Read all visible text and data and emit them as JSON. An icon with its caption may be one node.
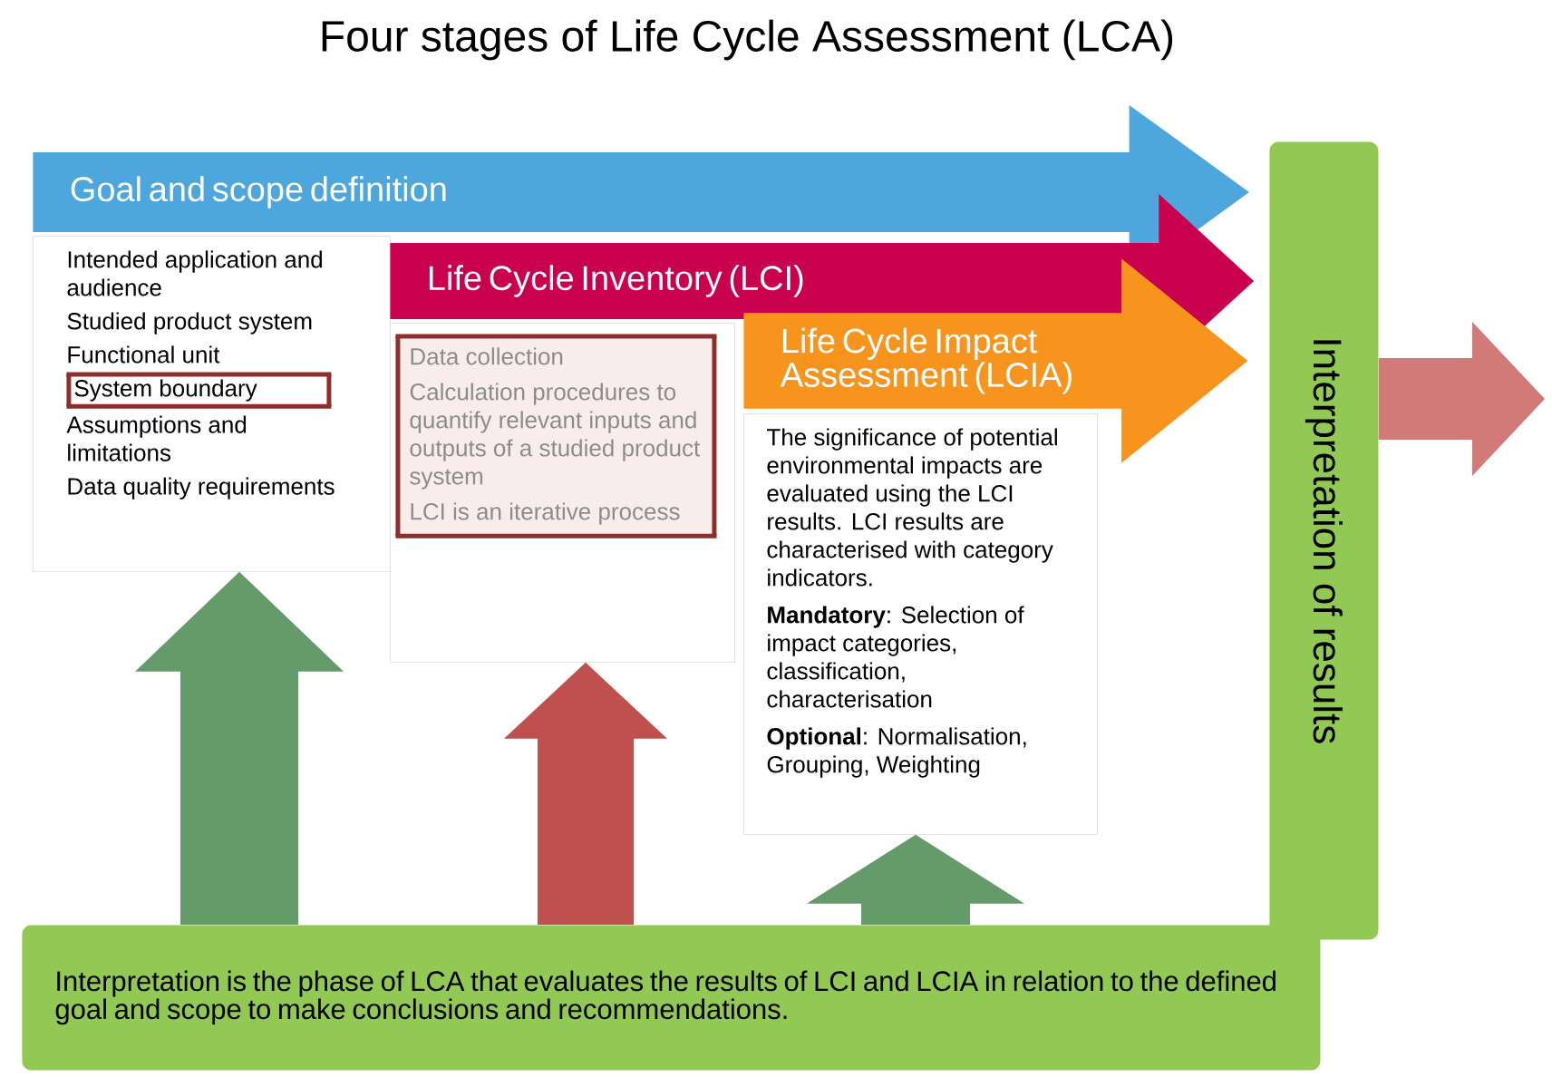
{
  "diagram": {
    "title": "Four stages of Life Cycle Assessment (LCA)",
    "nodes": [
      {
        "text": [
          "Goal and scope definition"
        ]
      },
      {
        "text": [
          "Intended application and audience",
          "Studied product system",
          "Functional unit",
          "System boundary",
          "Assumptions and limitations",
          "Data quality requirements"
        ]
      },
      {
        "text": [
          "Life Cycle Inventory (LCI)"
        ]
      },
      {
        "text": [
          "Data collection",
          "Calculation procedures to quantify relevant inputs and outputs of a studied product system",
          "LCI is an iterative process"
        ]
      },
      {
        "text": [
          "Life Cycle Impact Assessment (LCIA)"
        ]
      },
      {
        "text": [
          "The significance of potential environmental impacts are evaluated using the LCI results. LCI results are characterised with category indicators.",
          "**Mandatory**: Selection of impact categories, classification, characterisation",
          "**Optional**: Normalisation, Grouping, Weighting"
        ]
      },
      {
        "text": [
          "Interpretation of results"
        ]
      },
      {
        "text": [
          "Interpretation is the phase of LCA that evaluates the results of LCI and LCIA in relation to the defined goal and scope to make conclusions and recommendations."
        ]
      }
    ],
    "edges": [
      {
        "from": 7,
        "to": 1,
        "arrow": "to"
      },
      {
        "from": 7,
        "to": 3,
        "arrow": "to",
        "color": "#c0504d"
      },
      {
        "from": 7,
        "to": 5,
        "arrow": "to"
      },
      {
        "from": 6,
        "to": null,
        "arrow": "to",
        "color": "#d27a77"
      }
    ]
  }
}
